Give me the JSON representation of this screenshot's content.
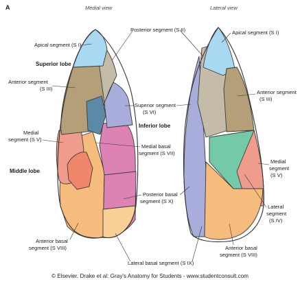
{
  "panel_letter": "A",
  "views": {
    "medial": "Medial view",
    "lateral": "Lateral view"
  },
  "lobes": {
    "superior": "Superior lobe",
    "middle": "Middle lobe",
    "inferior": "Inferior lobe"
  },
  "medial_labels": {
    "apical": "Apical segment (S I)",
    "anterior_1": "Anterior segment",
    "anterior_2": "(S III)",
    "medial_1": "Medial",
    "medial_2": "segment (S V)",
    "anterior_basal_1": "Anterior basal",
    "anterior_basal_2": "segment (S VIII)"
  },
  "center_labels": {
    "posterior": "Posterior segment (S II)",
    "superior_1": "Superior segment",
    "superior_2": "(S VI)",
    "medial_basal_1": "Medial basal",
    "medial_basal_2": "segment (S VII)",
    "posterior_basal_1": "Posterior basal",
    "posterior_basal_2": "segment (S X)",
    "lateral_basal": "Lateral basal segment (S IX)"
  },
  "lateral_labels": {
    "apical": "Apical segment (S I)",
    "anterior_1": "Anterior segment",
    "anterior_2": "(S III)",
    "medial_1": "Medial",
    "medial_2": "segment",
    "medial_3": "(S V)",
    "lateral_1": "Lateral",
    "lateral_2": "segment",
    "lateral_3": "(S IV)",
    "anterior_basal_1": "Anterior basal",
    "anterior_basal_2": "segment (S VIII)"
  },
  "credit": "© Elsevier. Drake et al: Gray's Anatomy for Students - www.studentconsult.com",
  "colors": {
    "apical": "#a9d8f2",
    "posterior": "#c4bca9",
    "anterior": "#b59f78",
    "superior": "#a9addb",
    "medial_dark": "#5a8aa8",
    "medial_segment": "#ef9c8c",
    "medial_basal": "#dc82b4",
    "anterior_basal": "#f6bc7e",
    "lateral_basal": "#f8cf96",
    "lateral_segment": "#74c9a8",
    "salmon": "#f0866a"
  }
}
